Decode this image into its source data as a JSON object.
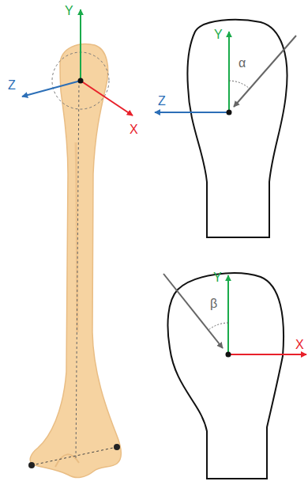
{
  "diagram": {
    "labels": [
      "Y",
      "Z",
      "X",
      "Y",
      "α",
      "Z",
      "Y",
      "β",
      "X"
    ]
  }
}
